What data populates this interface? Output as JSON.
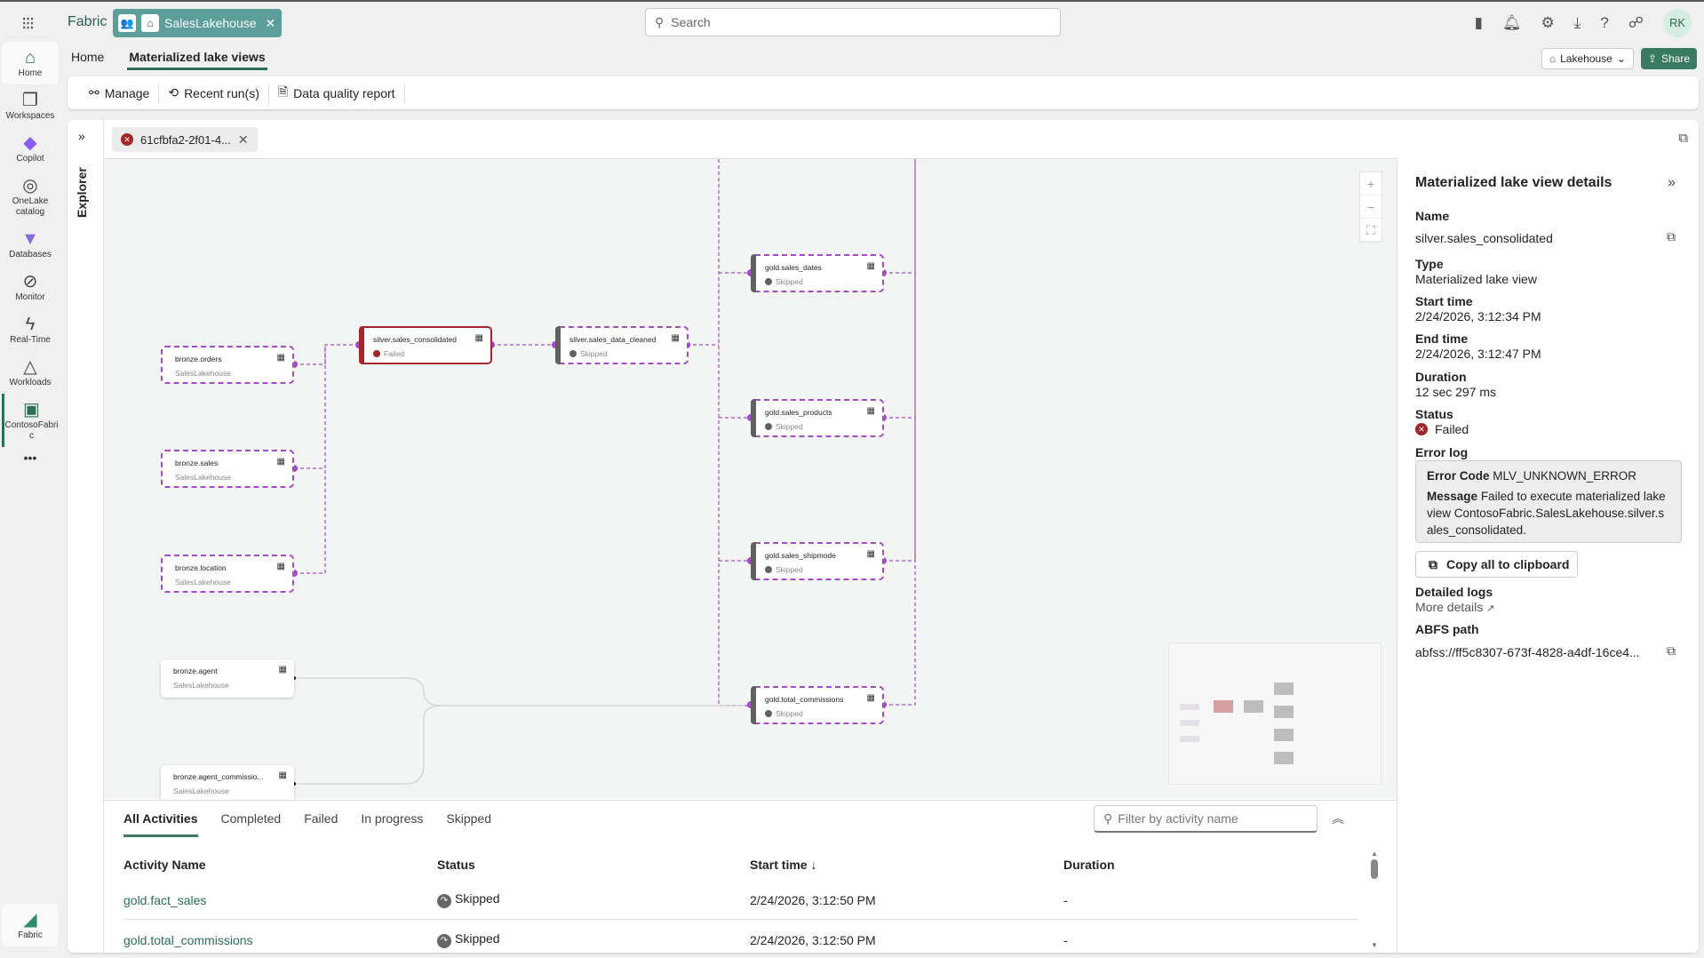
{
  "topbar": {
    "brand": "Fabric",
    "workspace_tab": "SalesLakehouse",
    "search_placeholder": "Search",
    "avatar": "RK"
  },
  "leftnav": [
    {
      "label": "Home",
      "icon": "home-icon"
    },
    {
      "label": "Workspaces",
      "icon": "workspaces-icon"
    },
    {
      "label": "Copilot",
      "icon": "copilot-icon"
    },
    {
      "label": "OneLake catalog",
      "icon": "onelake-icon"
    },
    {
      "label": "Databases",
      "icon": "databases-icon"
    },
    {
      "label": "Monitor",
      "icon": "monitor-icon"
    },
    {
      "label": "Real-Time",
      "icon": "realtime-icon"
    },
    {
      "label": "Workloads",
      "icon": "workloads-icon"
    },
    {
      "label": "ContosoFabric",
      "icon": "workspace-icon"
    }
  ],
  "leftnav_more": "•••",
  "leftnav_bottom": "Fabric",
  "navtabs": {
    "home": "Home",
    "active": "Materialized lake views"
  },
  "header_buttons": {
    "lakehouse": "Lakehouse",
    "share": "Share"
  },
  "toolbar": {
    "manage": "Manage",
    "recent_runs": "Recent run(s)",
    "dq_report": "Data quality report"
  },
  "explorer_label": "Explorer",
  "run_tab": "61cfbfa2-2f01-4...",
  "colors": {
    "lineage": "#a64ac9",
    "failed": "#a4262c",
    "accent": "#3b7a62",
    "skipped": "#616161"
  },
  "nodes": {
    "bronze_orders": {
      "title": "bronze.orders",
      "sub": "SalesLakehouse"
    },
    "bronze_sales": {
      "title": "bronze.sales",
      "sub": "SalesLakehouse"
    },
    "bronze_location": {
      "title": "bronze.location",
      "sub": "SalesLakehouse"
    },
    "bronze_agent": {
      "title": "bronze.agent",
      "sub": "SalesLakehouse"
    },
    "bronze_agent_comm": {
      "title": "bronze.agent_commissio...",
      "sub": "SalesLakehouse"
    },
    "silver_cons": {
      "title": "silver.sales_consolidated",
      "sub": "Failed"
    },
    "silver_clean": {
      "title": "silver.sales_data_cleaned",
      "sub": "Skipped"
    },
    "gold_dates": {
      "title": "gold.sales_dates",
      "sub": "Skipped"
    },
    "gold_products": {
      "title": "gold.sales_products",
      "sub": "Skipped"
    },
    "gold_shipmode": {
      "title": "gold.sales_shipmode",
      "sub": "Skipped"
    },
    "gold_total": {
      "title": "gold.total_commissions",
      "sub": "Skipped"
    }
  },
  "bottom": {
    "tabs": [
      "All Activities",
      "Completed",
      "Failed",
      "In progress",
      "Skipped"
    ],
    "filter_placeholder": "Filter by activity name",
    "columns": [
      "Activity Name",
      "Status",
      "Start time ↓",
      "Duration"
    ],
    "rows": [
      {
        "name": "gold.fact_sales",
        "status": "Skipped",
        "start": "2/24/2026, 3:12:50 PM",
        "duration": "-"
      },
      {
        "name": "gold.total_commissions",
        "status": "Skipped",
        "start": "2/24/2026, 3:12:50 PM",
        "duration": "-"
      }
    ]
  },
  "details": {
    "title": "Materialized lake view details",
    "name_label": "Name",
    "name": "silver.sales_consolidated",
    "type_label": "Type",
    "type": "Materialized lake view",
    "start_label": "Start time",
    "start": "2/24/2026, 3:12:34 PM",
    "end_label": "End time",
    "end": "2/24/2026, 3:12:47 PM",
    "duration_label": "Duration",
    "duration": "12 sec 297 ms",
    "status_label": "Status",
    "status": "Failed",
    "error_label": "Error log",
    "error_code_label": "Error Code",
    "error_code": "MLV_UNKNOWN_ERROR",
    "message_label": "Message",
    "message": "Failed to execute materialized lake view ContosoFabric.SalesLakehouse.silver.sales_consolidated.",
    "copy_all": "Copy all to clipboard",
    "logs_label": "Detailed logs",
    "more_details": "More details",
    "abfs_label": "ABFS path",
    "abfs": "abfss://ff5c8307-673f-4828-a4df-16ce4..."
  }
}
